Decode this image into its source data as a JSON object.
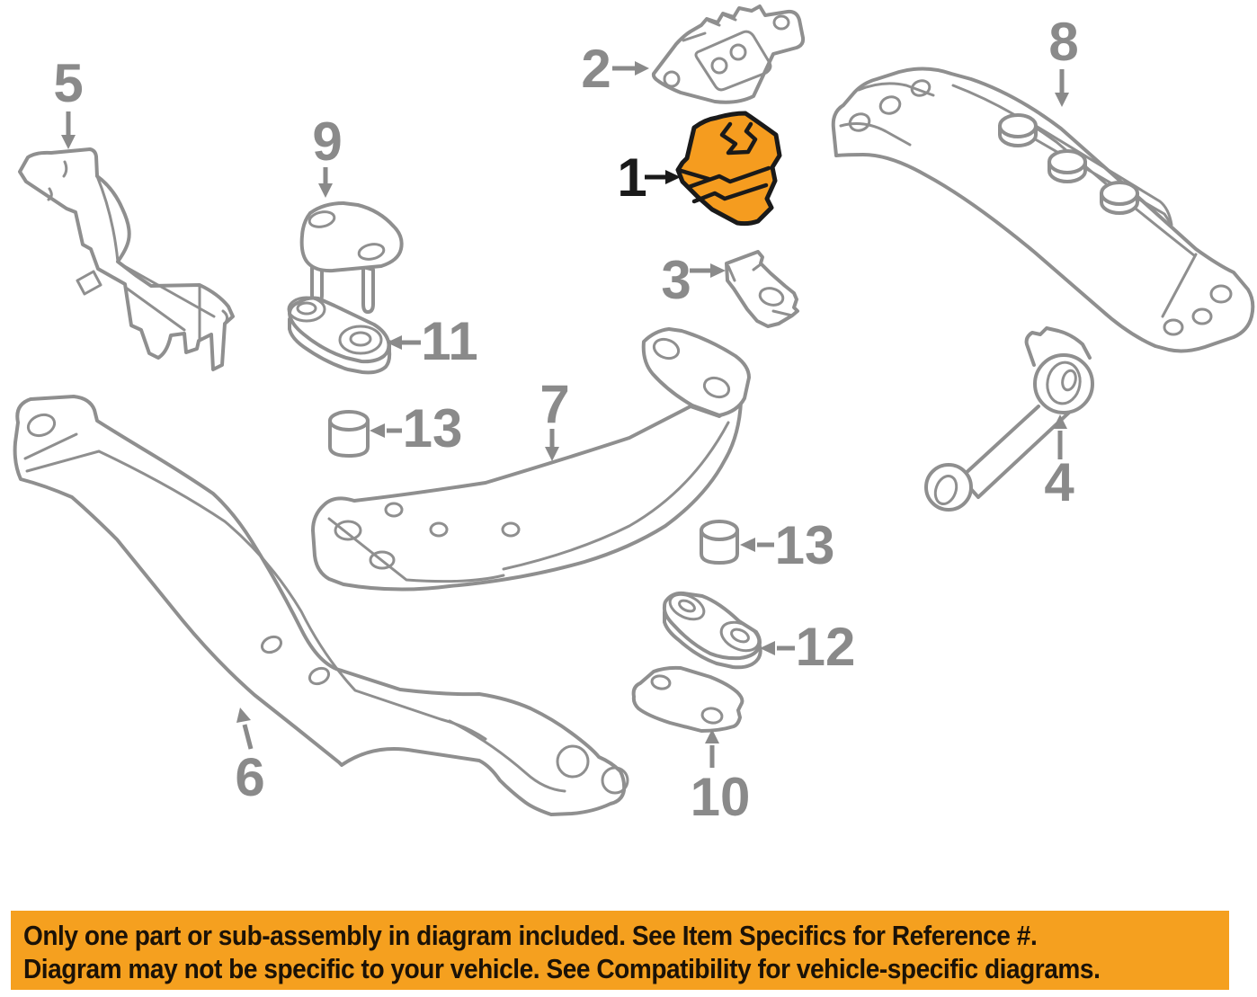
{
  "figure": {
    "type": "exploded-parts-diagram",
    "subject": "engine and transmission mounting parts",
    "highlighted_part": "1",
    "callouts": [
      {
        "label": "5",
        "highlighted": false
      },
      {
        "label": "9",
        "highlighted": false
      },
      {
        "label": "2",
        "highlighted": false
      },
      {
        "label": "1",
        "highlighted": true
      },
      {
        "label": "8",
        "highlighted": false
      },
      {
        "label": "3",
        "highlighted": false
      },
      {
        "label": "11",
        "highlighted": false
      },
      {
        "label": "13",
        "highlighted": false
      },
      {
        "label": "7",
        "highlighted": false
      },
      {
        "label": "4",
        "highlighted": false
      },
      {
        "label": "13",
        "highlighted": false
      },
      {
        "label": "12",
        "highlighted": false
      },
      {
        "label": "10",
        "highlighted": false
      },
      {
        "label": "6",
        "highlighted": false
      }
    ]
  },
  "colors": {
    "line": "#8f8f8f",
    "callout": "#8a8a8a",
    "ink": "#1a1a1a",
    "accent": "#f59c1f",
    "boxbg": "#f5a01f",
    "boxtext": "#1b1207"
  },
  "disclaimer": {
    "line1": "Only one part or sub-assembly in diagram included. See Item Specifics for Reference #.",
    "line2": "Diagram may not be specific to your vehicle. See Compatibility for vehicle-specific diagrams."
  }
}
